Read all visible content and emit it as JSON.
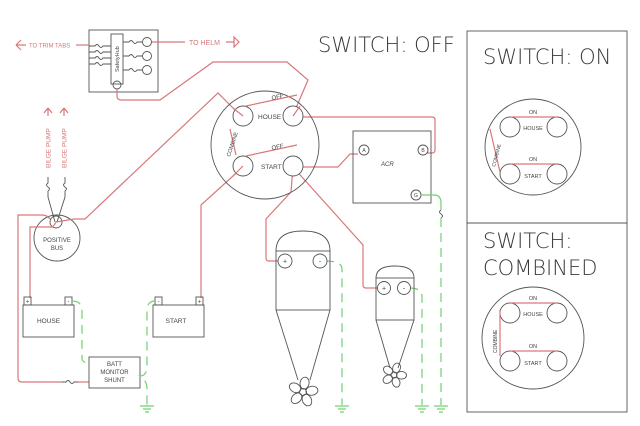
{
  "colors": {
    "positive_wire": "#d9777a",
    "ground_wire": "#6fd36f",
    "component_outline": "#555555",
    "title_text": "#3a3a3a"
  },
  "titles": {
    "switch_off": "SWITCH: OFF",
    "switch_on": "SWITCH: ON",
    "switch_combined_line1": "SWITCH:",
    "switch_combined_line2": "COMBINED"
  },
  "labels": {
    "to_trim_tabs": "TO TRIM TABS",
    "to_helm": "TO HELM",
    "safety_hub": "SafetyHub",
    "bilge_pump_1": "BILGE PUMP",
    "bilge_pump_2": "BILGE PUMP",
    "positive_bus_line1": "POSITIVE",
    "positive_bus_line2": "BUS",
    "house_battery": "HOUSE",
    "start_battery": "START",
    "batt_monitor_line1": "BATT",
    "batt_monitor_line2": "MONITOR",
    "batt_monitor_line3": "SHUNT",
    "acr": "ACR",
    "acr_terminal_a": "A",
    "acr_terminal_b": "B",
    "acr_terminal_g": "G",
    "plus": "+",
    "minus": "-"
  },
  "switch_labels": {
    "off": "OFF",
    "on": "ON",
    "house": "HOUSE",
    "start": "START",
    "combine": "COMBINE"
  }
}
